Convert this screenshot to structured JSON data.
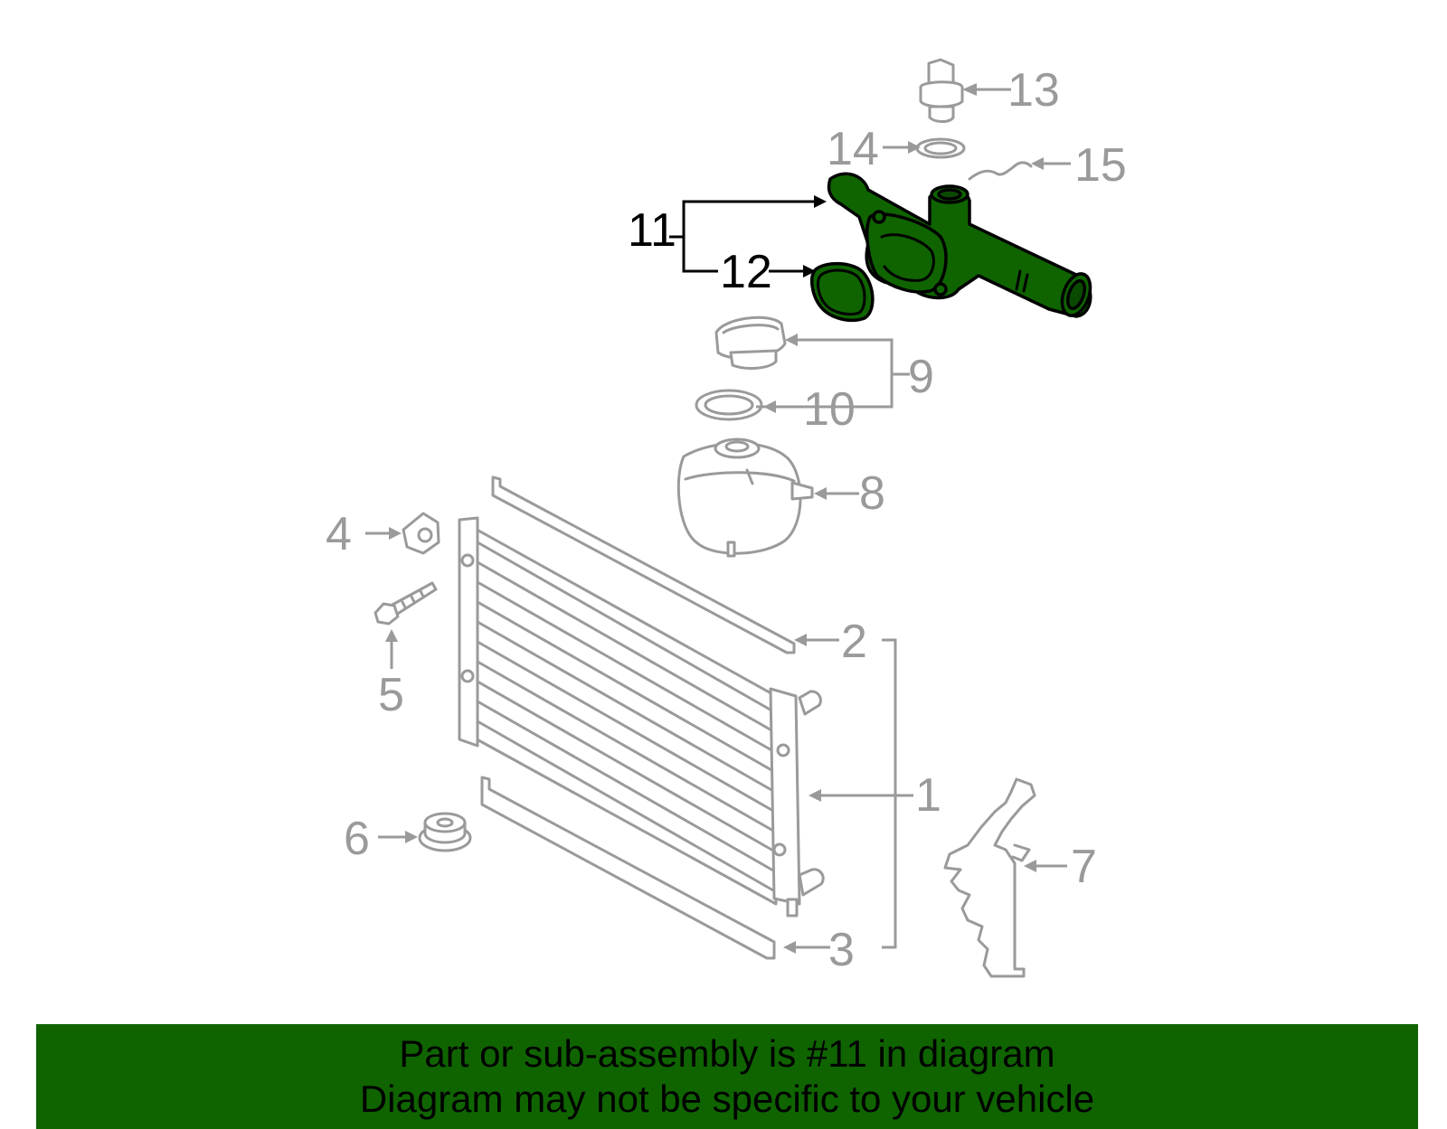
{
  "colors": {
    "highlight": "#0f6400",
    "outline": "#9a9a9a",
    "banner": "#0f6400",
    "text_dark": "#000000"
  },
  "callouts": {
    "c1": "1",
    "c2": "2",
    "c3": "3",
    "c4": "4",
    "c5": "5",
    "c6": "6",
    "c7": "7",
    "c8": "8",
    "c9": "9",
    "c10": "10",
    "c11": "11",
    "c12": "12",
    "c13": "13",
    "c14": "14",
    "c15": "15"
  },
  "banner": {
    "line1": "Part or sub-assembly is #11 in diagram",
    "line2": "Diagram may not be specific to your vehicle"
  }
}
